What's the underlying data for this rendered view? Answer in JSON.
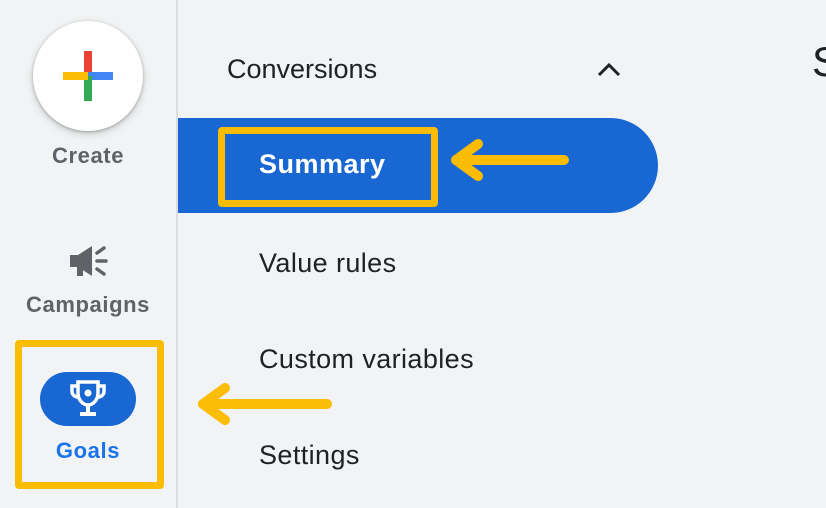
{
  "rail": {
    "create_label": "Create",
    "campaigns_label": "Campaigns",
    "goals_label": "Goals"
  },
  "nav": {
    "section_title": "Conversions",
    "items": [
      {
        "label": "Summary",
        "selected": true
      },
      {
        "label": "Value rules"
      },
      {
        "label": "Custom variables"
      },
      {
        "label": "Settings"
      }
    ]
  },
  "main": {
    "title_fragment": "S"
  },
  "colors": {
    "accent": "#1967d2",
    "highlight": "#fbbc04",
    "background": "#f1f3f4",
    "text": "#202124",
    "muted_text": "#5f6368"
  },
  "icons": {
    "create": "plus-icon",
    "campaigns": "megaphone-icon",
    "goals": "trophy-icon",
    "collapse": "chevron-up-icon"
  }
}
